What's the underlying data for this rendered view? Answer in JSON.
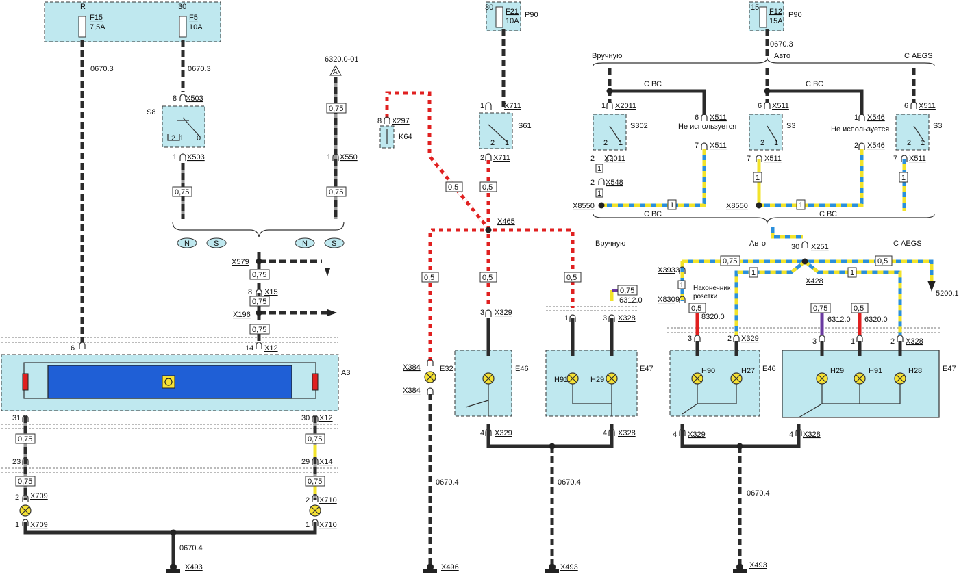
{
  "fuses": {
    "f15": {
      "terminal": "R",
      "name": "F15",
      "rating": "7,5A"
    },
    "f5": {
      "terminal": "30",
      "name": "F5",
      "rating": "10A"
    },
    "f21": {
      "terminal": "30",
      "name": "F21",
      "rating": "10A",
      "block": "P90"
    },
    "f12": {
      "terminal": "15",
      "name": "F12",
      "rating": "15A",
      "block": "P90"
    }
  },
  "refs": {
    "r1": "0670.3",
    "r2": "0670.3",
    "r3": "0670.3",
    "g1": "0670.4",
    "g2": "0670.4",
    "g3": "0670.4",
    "g4": "0670.4",
    "top_ref": "6320.0-01",
    "top_ref_tag": "A",
    "ref_6312_a": "6312.0",
    "ref_6312_b": "6312.0",
    "ref_6320_a": "6320.0",
    "ref_8320": "8320.0",
    "ref_5200": "5200.1"
  },
  "components": {
    "s8": "S8",
    "a3": "A3",
    "k64": "K64",
    "s61": "S61",
    "s302": "S302",
    "s3a": "S3",
    "s3b": "S3",
    "e32": "E32",
    "e46a": "E46",
    "e47a": "E47",
    "e46b": "E46",
    "e47b": "E47",
    "h91a": "H91",
    "h29a": "H29",
    "h90": "H90",
    "h27": "H27",
    "h29b": "H29",
    "h91b": "H91",
    "h28": "H28"
  },
  "connectors": {
    "x503a": "X503",
    "x503b": "X503",
    "x550": "X550",
    "x579": "X579",
    "x15": "X15",
    "x196": "X196",
    "x12a": "X12",
    "x12b": "X12",
    "x14": "X14",
    "x709a": "X709",
    "x709b": "X709",
    "x710a": "X710",
    "x710b": "X710",
    "x493a": "X493",
    "x297": "X297",
    "x711a": "X711",
    "x711b": "X711",
    "x465": "X465",
    "x384a": "X384",
    "x384b": "X384",
    "x329a": "X329",
    "x329b": "X329",
    "x328a": "X328",
    "x328b": "X328",
    "x496": "X496",
    "x493b": "X493",
    "x2011a": "X2011",
    "x2011b": "X2011",
    "x548": "X548",
    "x8550a": "X8550",
    "x511a": "X511",
    "x511b": "X511",
    "x511c": "X511",
    "x511d": "X511",
    "x511e": "X511",
    "x546a": "X546",
    "x546b": "X546",
    "x8550b": "X8550",
    "x251": "X251",
    "x393": "X393",
    "x830": "X830",
    "x428": "X428",
    "x329c": "X329",
    "x328c": "X328",
    "x329d": "X329",
    "x328d": "X328",
    "x493c": "X493"
  },
  "pins": {
    "p8a": "8",
    "p1a": "1",
    "p1b": "1",
    "p8b": "8",
    "p14": "14",
    "p6": "6",
    "p31": "31",
    "p30": "30",
    "p23": "23",
    "p29": "29",
    "p2a": "2",
    "p2b": "2",
    "p1c": "1",
    "p1d": "1",
    "p8k": "8",
    "p1s61": "1",
    "p2s61": "2",
    "p3e46": "3",
    "p4e46": "4",
    "p1e47": "1",
    "p3e47": "3",
    "p4e47": "4",
    "p1s302": "1",
    "p2s302": "2",
    "p2x548": "2",
    "p6x511": "6",
    "p7x511": "7",
    "p6s3": "6",
    "p7s3": "7",
    "p1x546": "1",
    "p2x546": "2",
    "p6s3b": "6",
    "p7s3b": "7",
    "p30x251": "30",
    "p3x393": "3",
    "p9x830": "9",
    "p3b": "3",
    "p2c": "2",
    "p3c": "3",
    "p1e": "1",
    "p2d": "2",
    "p4c": "4",
    "p4d": "4"
  },
  "wire_sizes": {
    "w1": "0,75",
    "w2": "0,75",
    "w3": "0,75",
    "w4": "0,75",
    "w5": "0,75",
    "w6": "0,75",
    "w7": "0,75",
    "w8": "0,75",
    "w9": "0,75",
    "w10": "0,75",
    "w11": "0,5",
    "w12": "0,5",
    "w13": "0,5",
    "w14": "0,5",
    "w15": "0,5",
    "w16": "0,75",
    "w17": "1",
    "w18": "1",
    "w19": "1",
    "w20": "1",
    "w21": "1",
    "w22": "1",
    "w23": "0,75",
    "w24": "0,5",
    "w25": "1",
    "w26": "1",
    "w27": "1",
    "w28": "0,5",
    "w29": "0,75",
    "w30": "0,5"
  },
  "switch_pins": {
    "s8_left": "2",
    "s8_mid": "1",
    "s8_right": "0",
    "s_two": "2",
    "s_one": "1"
  },
  "gear_markers": {
    "n1": "N",
    "s1": "S",
    "n2": "N",
    "s2": "S"
  },
  "variants": {
    "manual_top": "Вручную",
    "auto_top": "Авто",
    "aegs_top": "С AEGS",
    "sbc1": "С ВС",
    "sbc2": "С ВС",
    "not_used1": "Не используется",
    "not_used2": "Не используется",
    "sbc3": "С ВС",
    "sbc4": "С ВС",
    "manual_bot": "Вручную",
    "auto_bot": "Авто",
    "aegs_bot": "С AEGS"
  },
  "socket_label_1": "Наконечник",
  "socket_label_2": "розетки",
  "colors": {
    "box": "#bfe8ef",
    "wire_black": "#2b2b2b",
    "wire_red": "#e02020",
    "wire_yellow": "#f2e32a",
    "wire_blue": "#2a8fdb",
    "module_blue": "#1f5fd6",
    "lamp": "#f6e234"
  }
}
